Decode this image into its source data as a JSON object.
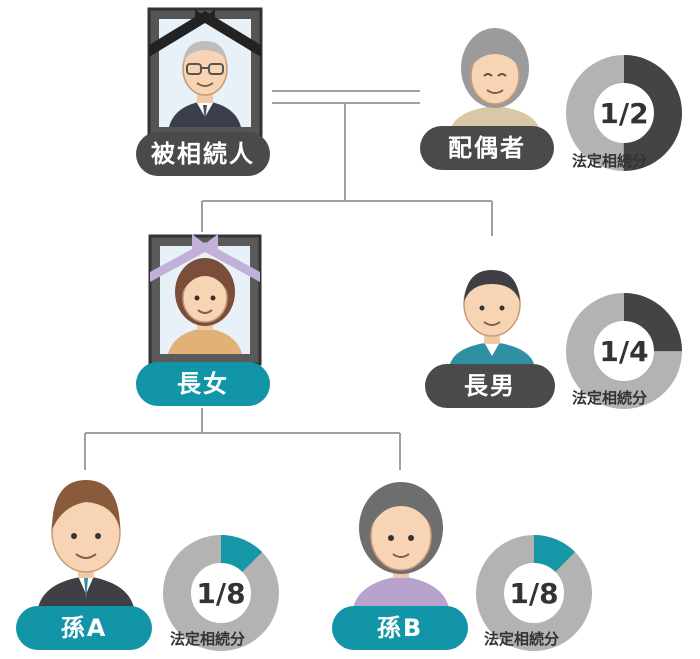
{
  "nodes": {
    "decedent": {
      "label": "被相続人"
    },
    "spouse": {
      "label": "配偶者"
    },
    "eldest_daughter": {
      "label": "長女"
    },
    "eldest_son": {
      "label": "長男"
    },
    "grandchild_a": {
      "label": "孫A"
    },
    "grandchild_b": {
      "label": "孫B"
    }
  },
  "shares": {
    "caption": "法定相続分",
    "spouse": {
      "text": "1/2",
      "fraction": 0.5,
      "color": "#444444"
    },
    "eldest_son": {
      "text": "1/4",
      "fraction": 0.25,
      "color": "#444444"
    },
    "grandchild_a": {
      "text": "1/8",
      "fraction": 0.125,
      "color": "#1597a8"
    },
    "grandchild_b": {
      "text": "1/8",
      "fraction": 0.125,
      "color": "#1597a8"
    }
  },
  "colors": {
    "label_gray": "#4a4a4a",
    "label_teal": "#1395a8",
    "pie_remainder": "#b3b3b3",
    "line": "#999999"
  },
  "icons": {
    "decedent": "elderly-man-portrait-mourning-frame",
    "spouse": "elderly-woman",
    "eldest_daughter": "woman-portrait-mourning-frame",
    "eldest_son": "man",
    "grandchild_a": "young-man",
    "grandchild_b": "woman"
  }
}
